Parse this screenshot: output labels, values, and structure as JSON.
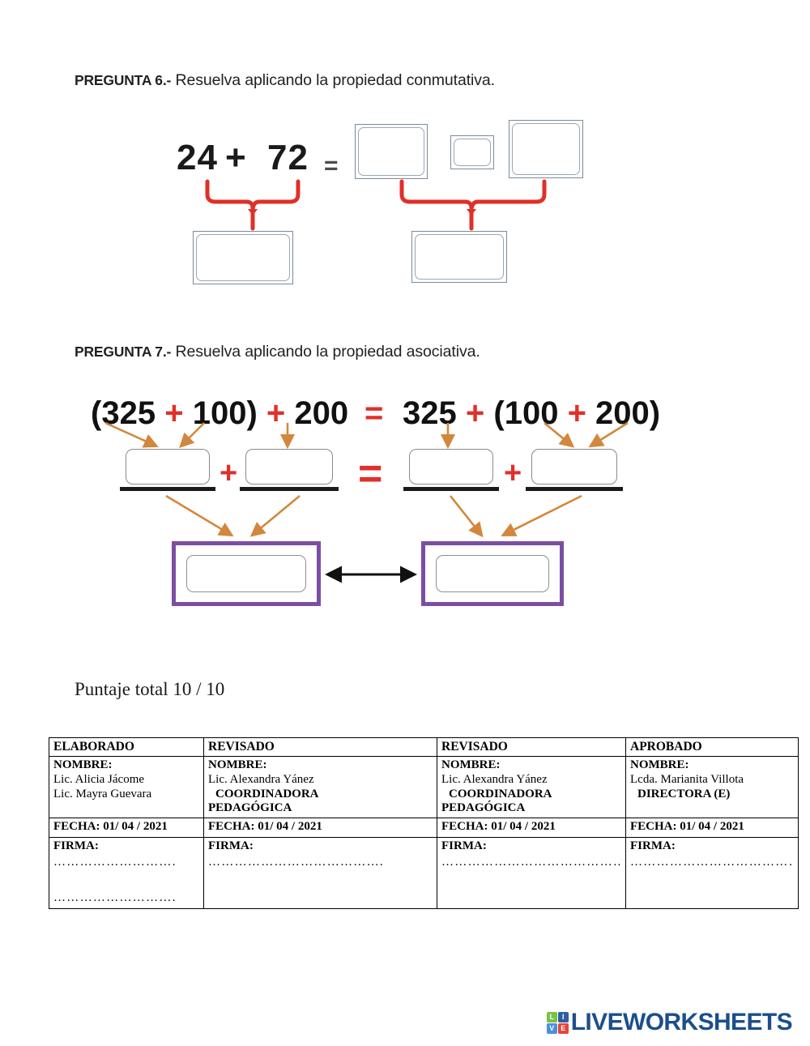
{
  "document": {
    "type": "math-worksheet",
    "language": "es"
  },
  "questions": [
    {
      "id": "q6",
      "label": "PREGUNTA 6.-",
      "prompt": "Resuelva aplicando la propiedad conmutativa.",
      "expression": {
        "left_operand": "24",
        "operator": "+",
        "right_operand": "72",
        "equals": "="
      },
      "answer_boxes": [
        {
          "name": "commutative-right-first",
          "value": ""
        },
        {
          "name": "commutative-right-operator",
          "value": ""
        },
        {
          "name": "commutative-right-second",
          "value": ""
        },
        {
          "name": "commutative-result-left",
          "value": ""
        },
        {
          "name": "commutative-result-right",
          "value": ""
        }
      ],
      "connector_color": "#e0302a"
    },
    {
      "id": "q7",
      "label": "PREGUNTA 7.-",
      "prompt": "Resuelva aplicando la propiedad asociativa.",
      "expression_left": "(325 + 100) + 200",
      "expression_equals": "=",
      "expression_right": "325 + (100 + 200)",
      "expression_tokens_left": [
        "(",
        "325",
        "+",
        "100",
        ")",
        "+",
        "200"
      ],
      "expression_tokens_right": [
        "325",
        "+",
        "(",
        "100",
        "+",
        "200",
        ")"
      ],
      "answer_boxes": [
        {
          "name": "assoc-left-term1",
          "value": ""
        },
        {
          "name": "assoc-left-term2",
          "value": ""
        },
        {
          "name": "assoc-right-term1",
          "value": ""
        },
        {
          "name": "assoc-right-term2",
          "value": ""
        },
        {
          "name": "assoc-left-total",
          "value": ""
        },
        {
          "name": "assoc-right-total",
          "value": ""
        }
      ],
      "symbols": {
        "plus": "+",
        "equals": "="
      },
      "arrow_color": "#d2873c",
      "plus_color": "#e0302a",
      "result_frame_color": "#7b4ea3"
    }
  ],
  "score": {
    "text": "Puntaje total 10 / 10",
    "obtained": 10,
    "total": 10
  },
  "signature_table": {
    "columns": [
      {
        "header": "ELABORADO",
        "name_label": "NOMBRE:",
        "persons": [
          "Lic. Alicia Jácome",
          "Lic. Mayra Guevara"
        ],
        "role_lines": [],
        "fecha": "FECHA: 01/ 04 / 2021",
        "firma_label": "FIRMA:",
        "dotted_lines": [
          "……………………….",
          "………………………."
        ]
      },
      {
        "header": "REVISADO",
        "name_label": "NOMBRE:",
        "persons": [
          "Lic. Alexandra Yánez"
        ],
        "role_lines": [
          "COORDINADORA",
          "PEDAGÓGICA"
        ],
        "fecha": "FECHA: 01/ 04 / 2021",
        "firma_label": "FIRMA:",
        "dotted_lines": [
          "…………………………………."
        ]
      },
      {
        "header": "REVISADO",
        "name_label": "NOMBRE:",
        "persons": [
          "Lic. Alexandra Yánez"
        ],
        "role_lines": [
          "COORDINADORA",
          "PEDAGÓGICA"
        ],
        "fecha": "FECHA: 01/ 04 / 2021",
        "firma_label": "FIRMA:",
        "dotted_lines": [
          "…………………………………….."
        ]
      },
      {
        "header": "APROBADO",
        "name_label": "NOMBRE:",
        "persons": [
          "Lcda. Marianita Villota"
        ],
        "role_lines": [
          "DIRECTORA (E)"
        ],
        "fecha": "FECHA: 01/ 04 / 2021",
        "firma_label": "FIRMA:",
        "dotted_lines": [
          "…………………………………….."
        ]
      }
    ]
  },
  "footer": {
    "logo_tiles": [
      {
        "letter": "L",
        "color": "#7ac143"
      },
      {
        "letter": "I",
        "color": "#2e5fa3"
      },
      {
        "letter": "V",
        "color": "#4a90d9"
      },
      {
        "letter": "E",
        "color": "#e8443a"
      }
    ],
    "brand": "LIVEWORKSHEETS",
    "brand_color": "#1b4f8a"
  }
}
